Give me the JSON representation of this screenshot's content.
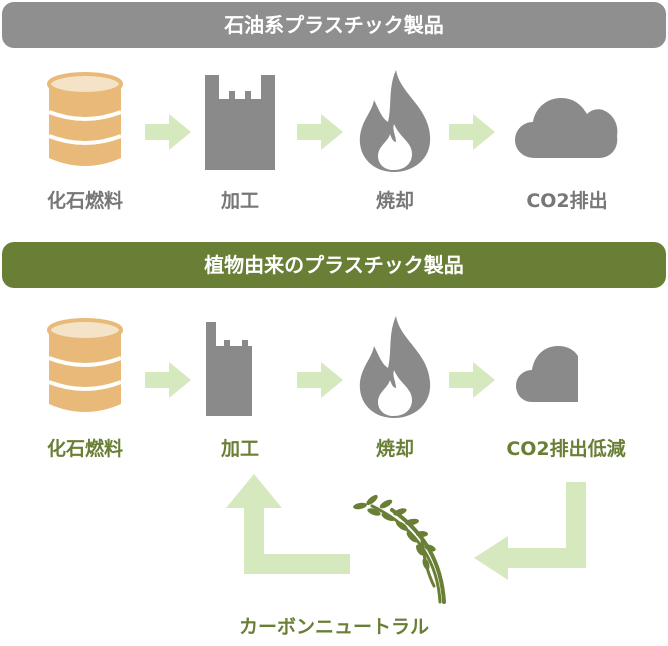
{
  "top_section": {
    "title": "石油系プラスチック製品",
    "steps": [
      "化石燃料",
      "加工",
      "焼却",
      "CO2排出"
    ]
  },
  "bottom_section": {
    "title": "植物由来のプラスチック製品",
    "steps": [
      "化石燃料",
      "加工",
      "焼却",
      "CO2排出低減"
    ]
  },
  "cycle_label": "カーボンニュートラル",
  "colors": {
    "gray_banner": "#8f8f8f",
    "green_banner": "#6a7f36",
    "barrel": "#e8b978",
    "icon_gray": "#8a8a8a",
    "arrow_light_green": "#d6e8bd",
    "text_gray": "#777777",
    "text_green": "#6a7f36"
  },
  "icons": [
    "oil-barrel-icon",
    "plastic-bag-icon",
    "flame-icon",
    "cloud-icon",
    "rice-plant-icon"
  ]
}
